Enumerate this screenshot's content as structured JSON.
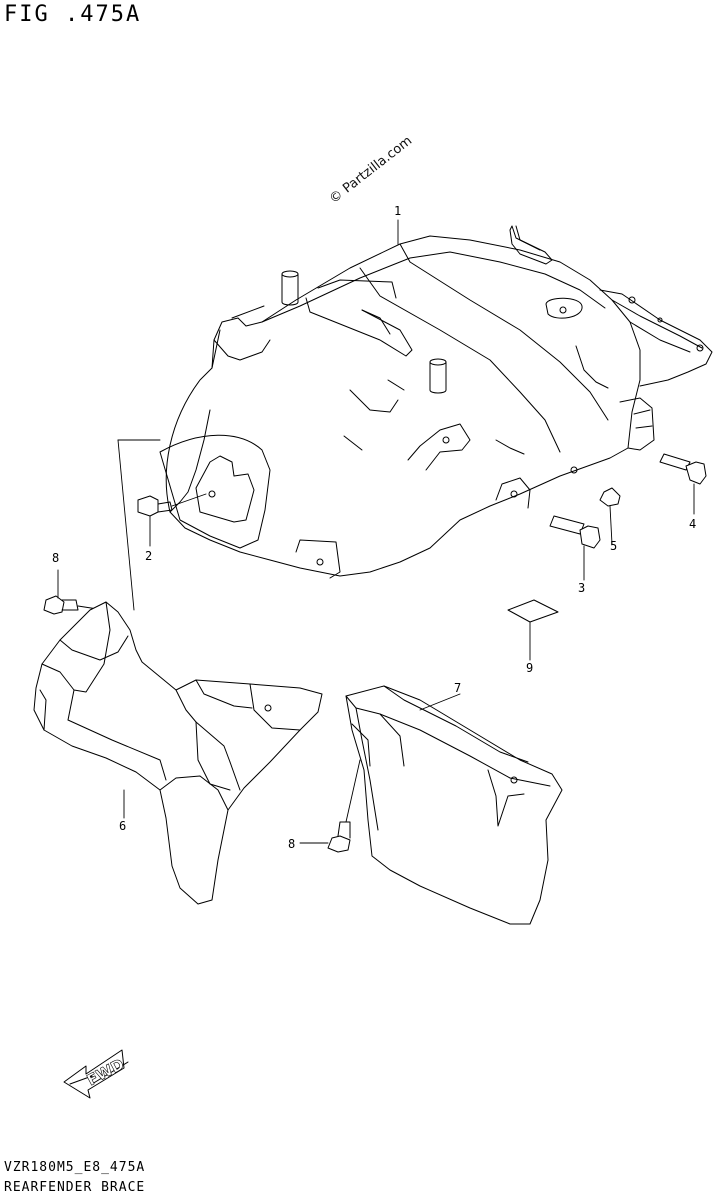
{
  "figure": {
    "title": "FIG .475A",
    "watermark": "© Partzilla.com",
    "footer_code": "VZR180M5_E8_475A",
    "footer_title": "REARFENDER BRACE",
    "fwd_label": "FWD"
  },
  "callouts": {
    "c1": "1",
    "c2": "2",
    "c3": "3",
    "c4": "4",
    "c5": "5",
    "c6": "6",
    "c7": "7",
    "c8a": "8",
    "c8b": "8",
    "c9": "9"
  }
}
